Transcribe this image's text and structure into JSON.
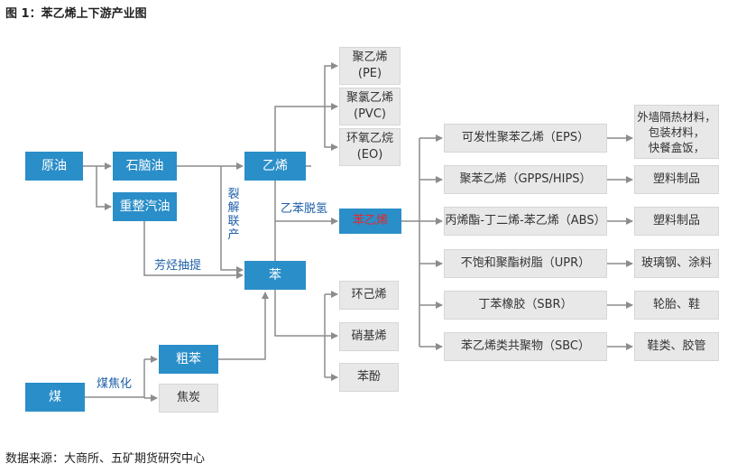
{
  "title": "图 1：苯乙烯上下游产业图",
  "source": "数据来源：大商所、五矿期货研究中心",
  "nodes": {
    "crude": "原油",
    "naphtha": "石脑油",
    "reformate": "重整汽油",
    "ethylene": "乙烯",
    "benzene": "苯",
    "coal": "煤",
    "crude_benzene": "粗苯",
    "coke": "焦炭",
    "styrene": "苯乙烯",
    "pe": "聚乙烯\n(PE)",
    "pvc": "聚氯乙烯\n(PVC)",
    "eo": "环氧乙烷\n(EO)",
    "cyclohexene": "环己烯",
    "nitrobenzene": "硝基烯",
    "phenol": "苯酚",
    "eps": "可发性聚苯乙烯（EPS）",
    "gpps": "聚苯乙烯（GPPS/HIPS）",
    "abs": "丙烯酯-丁二烯-苯乙烯（ABS）",
    "upr": "不饱和聚酯树脂（UPR）",
    "sbr": "丁苯橡胶（SBR）",
    "sbc": "苯乙烯类共聚物（SBC）",
    "eps_use": "外墙隔热材料，\n包装材料，\n快餐盒饭，",
    "gpps_use": "塑料制品",
    "abs_use": "塑料制品",
    "upr_use": "玻璃钢、涂料",
    "sbr_use": "轮胎、鞋",
    "sbc_use": "鞋类、胶管"
  },
  "labels": {
    "aromatics": "芳烃抽提",
    "cracking": "裂解联产",
    "dehydro": "乙苯脱氢",
    "coking": "煤焦化"
  },
  "colors": {
    "primary": "#2a8ec9",
    "highlight_text": "#e8262a",
    "secondary_bg": "#e8e8e8",
    "connector": "#8c8c8c"
  }
}
